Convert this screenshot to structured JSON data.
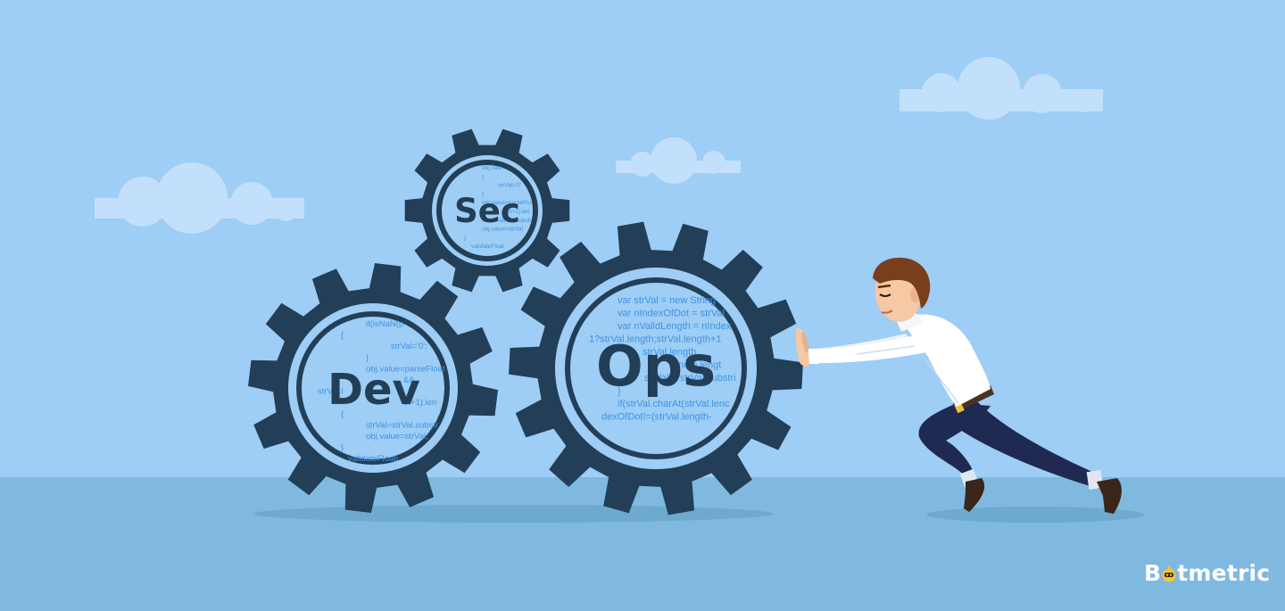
{
  "gears": {
    "sec": "Sec",
    "dev": "Dev",
    "ops": "Ops"
  },
  "code": {
    "ops": [
      "var strVal = new String",
      "var nIndexOfDot = strVal",
      "var nValidLength = nIndex",
      "1?strVal.length;strVal.length+1",
      "strVal.length",
      "num lengt",
      "strVal = strVal.substri",
      "}",
      "if(strVal.charAt(strVal.lenc",
      "dexOfDot!=(strVal.length-"
    ],
    "dev": [
      "if(isNaN(p",
      "{",
      "strVal='0';",
      "}",
      "obj.value=parseFloat",
      "&&",
      "strVal.l",
      "ot+1).len",
      "{",
      "strVal=strVal.substr",
      "obj.value=strVal;",
      "}",
      "validateFloati"
    ],
    "sec": [
      "obj.valu",
      "{",
      "strVal='0'",
      "}",
      "obj.value=parseFlo",
      "ot+1).len",
      "strVal=strVal.substr",
      "obj.value=strVal",
      "}",
      "validateFloat"
    ]
  },
  "brand": {
    "name_start": "B",
    "name_end": "tmetric",
    "logo_icon": "bot-head-icon"
  },
  "colors": {
    "sky": "#9ecdf5",
    "ground": "#80b9e0",
    "gear": "#223f57",
    "gear_fill": "#9ecdf5",
    "cloud": "#c2e0fb",
    "code": "#3f93e2",
    "shirt": "#ffffff",
    "pants": "#1e2a52",
    "hair": "#7a3e1d",
    "skin": "#f6c9a4",
    "brand_accent": "#f7c52d"
  }
}
